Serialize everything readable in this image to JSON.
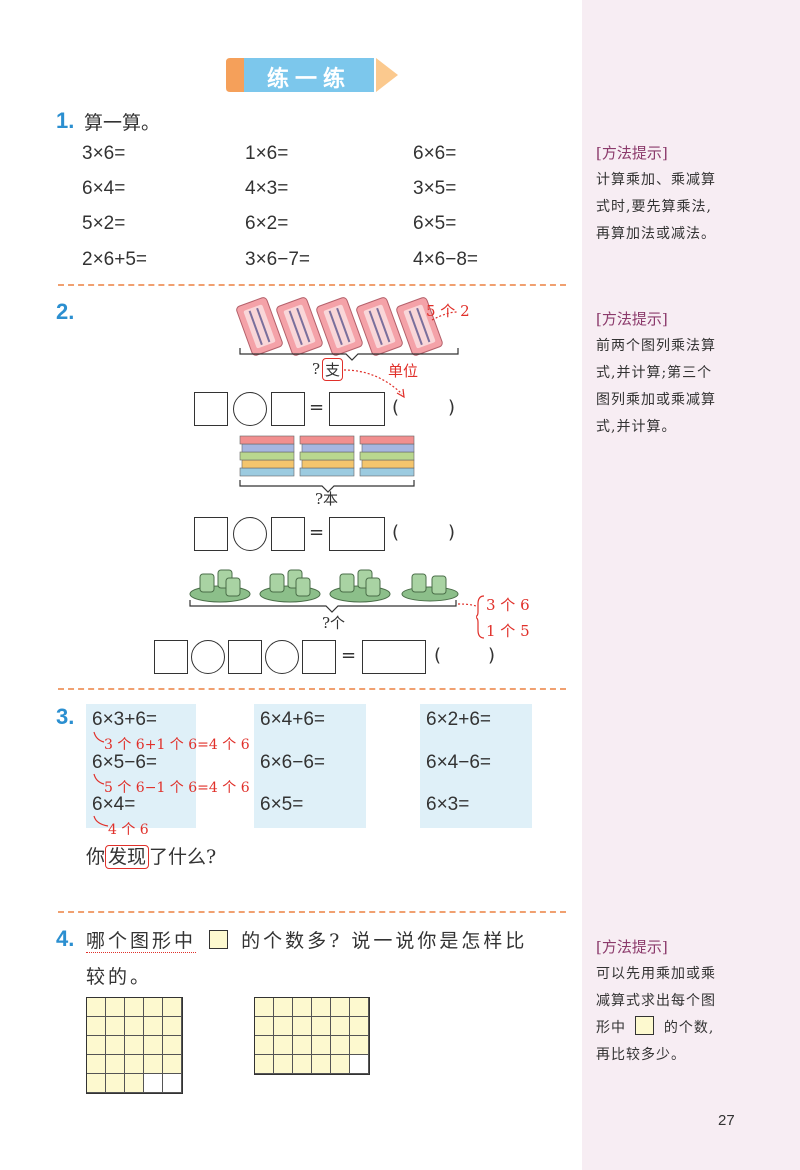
{
  "header": {
    "title": "练一练"
  },
  "q1": {
    "number": "1.",
    "prompt": "算一算。",
    "rows": [
      [
        "3×6=",
        "1×6=",
        "6×6="
      ],
      [
        "6×4=",
        "4×3=",
        "3×5="
      ],
      [
        "5×2=",
        "6×2=",
        "6×5="
      ],
      [
        "2×6+5=",
        "3×6−7=",
        "4×6−8="
      ]
    ]
  },
  "q2": {
    "number": "2.",
    "pencil_note": "5 个 2",
    "pencil_question": "?",
    "pencil_unit_word": "支",
    "unit_note": "单位",
    "books_label": "?本",
    "cups_label": "?个",
    "cups_note_1": "3 个 6",
    "cups_note_2": "1 个 5",
    "equals": "=",
    "paren_open": "(",
    "paren_close": ")"
  },
  "q3": {
    "number": "3.",
    "col1": [
      "6×3+6=",
      "6×5−6=",
      "6×4="
    ],
    "col2": [
      "6×4+6=",
      "6×6−6=",
      "6×5="
    ],
    "col3": [
      "6×2+6=",
      "6×4−6=",
      "6×3="
    ],
    "notes": [
      "3 个 6+1 个 6=4 个 6",
      "5 个 6−1 个 6=4 个 6",
      "4 个 6"
    ],
    "question_before": "你",
    "question_boxed": "发现",
    "question_after": "了什么?"
  },
  "q4": {
    "number": "4.",
    "line1_before": "哪个图形中",
    "line1_after": "的个数多? 说一说你是怎样比",
    "line2": "较的。",
    "grid1": {
      "cols": 5,
      "rows": 5,
      "filled": 23
    },
    "grid2": {
      "cols": 6,
      "rows": 4,
      "filled": 23
    }
  },
  "tips": [
    {
      "title": "[方法提示]",
      "lines": [
        "计算乘加、乘减算",
        "式时,要先算乘法,",
        "再算加法或减法。"
      ]
    },
    {
      "title": "[方法提示]",
      "lines": [
        "前两个图列乘法算",
        "式,并计算;第三个",
        "图列乘加或乘减算",
        "式,并计算。"
      ]
    },
    {
      "title": "[方法提示]",
      "lines": [
        "可以先用乘加或乘",
        "减算式求出每个图",
        "形中",
        "的个数,",
        "再比较多少。"
      ]
    }
  ],
  "page_number": "27",
  "colors": {
    "accent_blue": "#2b8fd0",
    "header_fill": "#7cc7ec",
    "annotation_red": "#e0302a",
    "sidebar_pink": "#f7edf3",
    "grid_fill": "#fdf9cf"
  }
}
